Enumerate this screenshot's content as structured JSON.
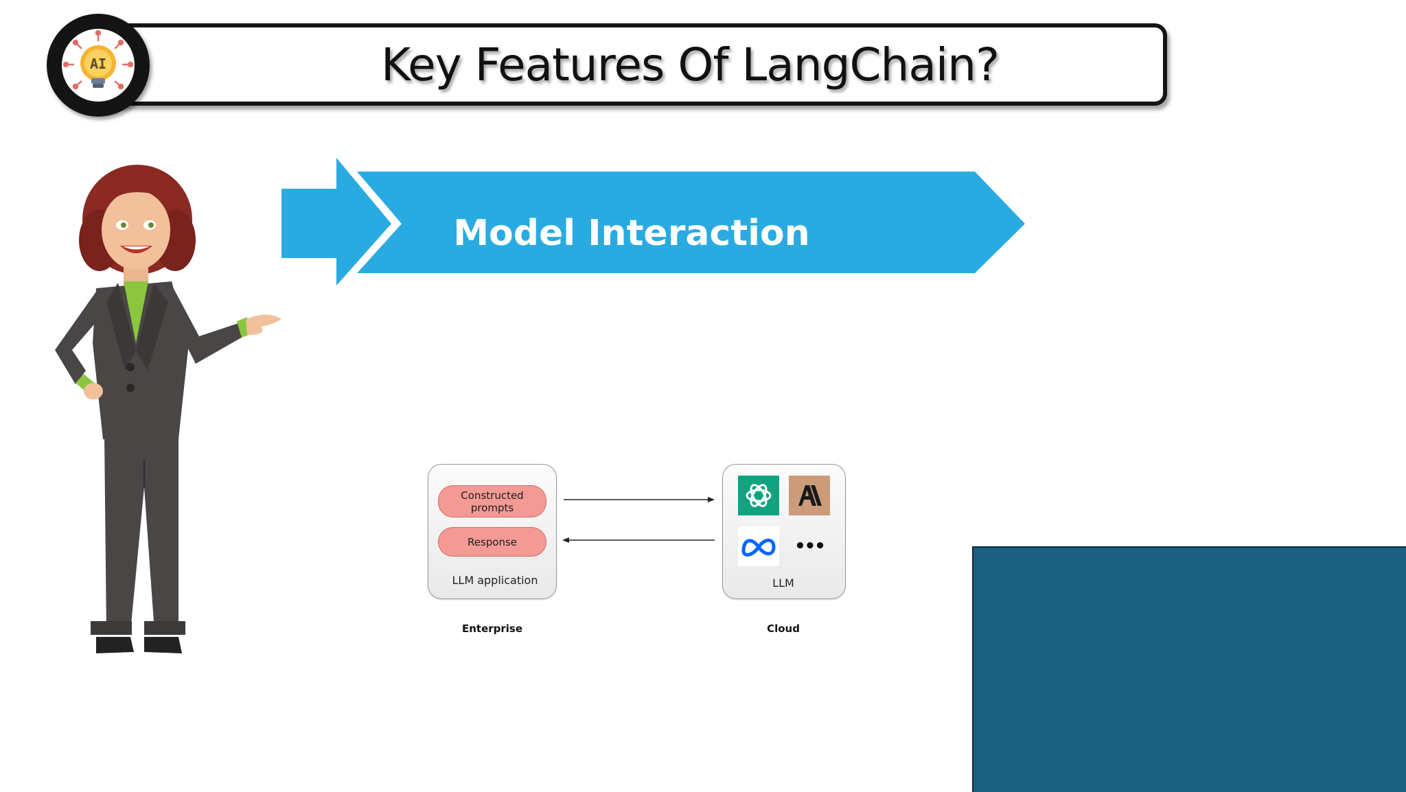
{
  "slide": {
    "title": "Key Features Of LangChain?",
    "logo_text": "AI",
    "feature_label": "Model Interaction",
    "colors": {
      "banner_blue": "#29abe2",
      "title_border": "#141414",
      "pill_fill": "#f39a95",
      "overlay": "#1b6080"
    }
  },
  "diagram": {
    "enterprise": {
      "prompts_label": "Constructed prompts",
      "response_label": "Response",
      "panel_label": "LLM application",
      "caption": "Enterprise"
    },
    "cloud": {
      "logos": [
        "openai-logo",
        "anthropic-logo",
        "meta-logo",
        "more-logo"
      ],
      "anthropic_text": "A\\",
      "more_text": "•••",
      "panel_label": "LLM",
      "caption": "Cloud"
    }
  }
}
